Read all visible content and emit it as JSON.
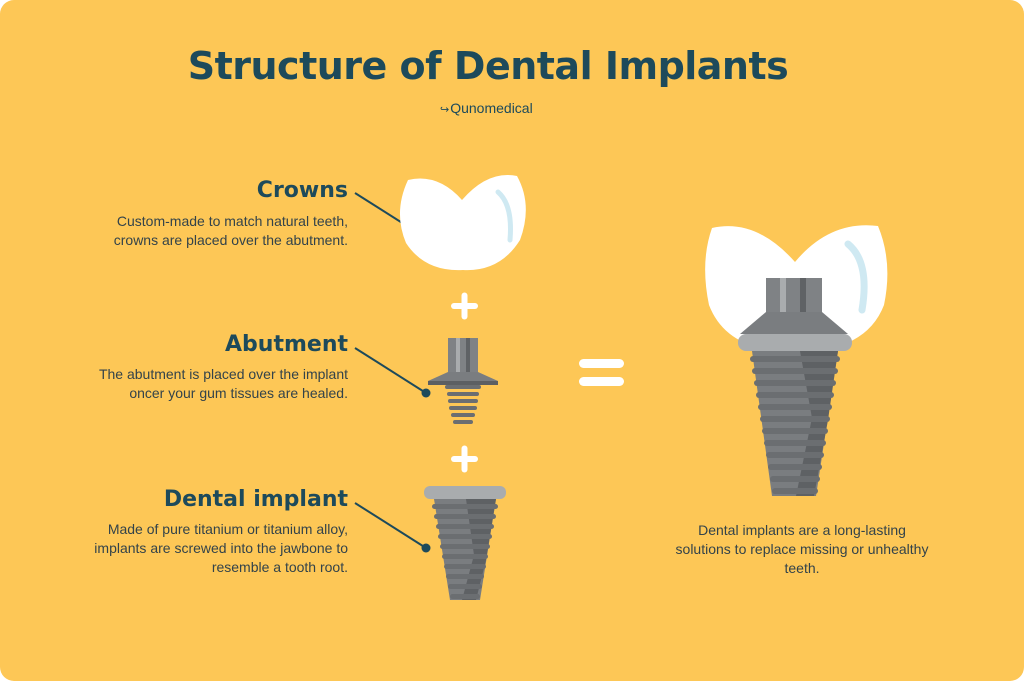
{
  "title": "Structure of Dental Implants",
  "brand": {
    "name": "Qunomedical",
    "mark": "↪"
  },
  "parts": [
    {
      "heading": "Crowns",
      "description": "Custom-made to match natural teeth, crowns are placed over the abutment."
    },
    {
      "heading": "Abutment",
      "description": "The abutment is placed over the implant oncer your gum tissues are healed."
    },
    {
      "heading": "Dental implant",
      "description": "Made of pure titanium or titanium alloy, implants are screwed into the jawbone to resemble a tooth root."
    }
  ],
  "summary": "Dental implants are a long-lasting solutions to replace missing or unhealthy teeth.",
  "icons": [
    "crown-icon",
    "abutment-icon",
    "implant-icon",
    "plus-icon",
    "equals-icon",
    "assembled-implant-icon"
  ],
  "colors": {
    "background": "#fdc756",
    "heading": "#1d4a5b",
    "text": "#33434a",
    "crown": "#ffffff",
    "metal": "#7a7d80",
    "metal_dark": "#5c5f62",
    "metal_light": "#a9acae",
    "symbol": "#ffffff"
  }
}
